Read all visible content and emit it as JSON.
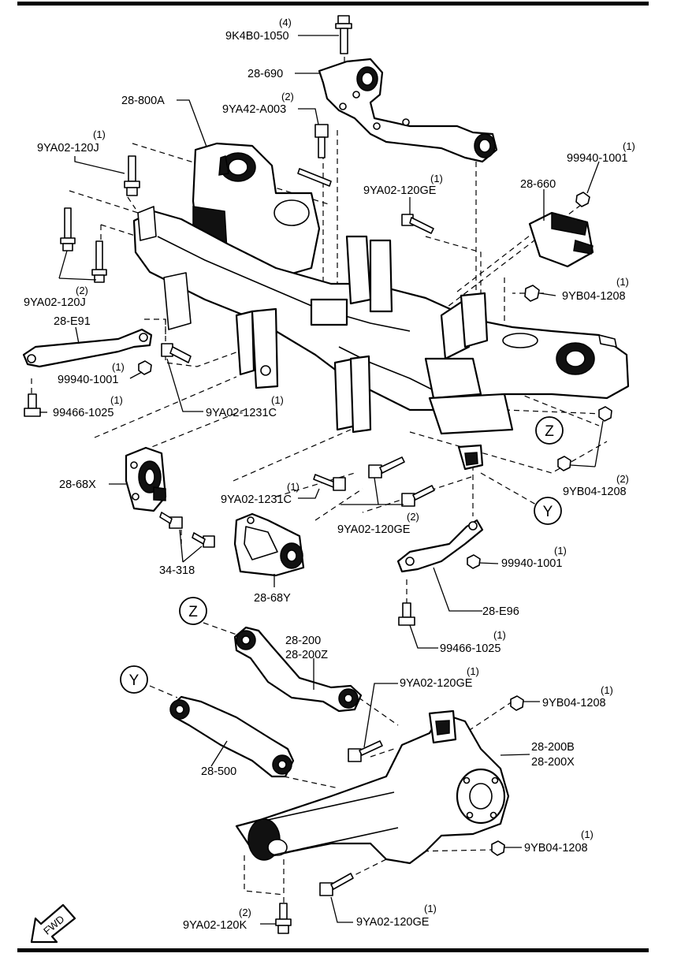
{
  "labels": {
    "l01": "9K4B0-1050",
    "q01": "(4)",
    "l02": "28-690",
    "l03": "28-800A",
    "l04": "9YA42-A003",
    "q04": "(2)",
    "l05": "9YA02-120J",
    "q05": "(1)",
    "l06": "99940-1001",
    "q06": "(1)",
    "l07": "28-660",
    "l08": "9YA02-120GE",
    "q08": "(1)",
    "l09": "9YA02-120J",
    "q09": "(2)",
    "l10": "9YB04-1208",
    "q10": "(1)",
    "l11": "28-E91",
    "l12": "99940-1001",
    "q12": "(1)",
    "l13": "99466-1025",
    "q13": "(1)",
    "l14": "9YA02-1231C",
    "q14": "(1)",
    "l15": "28-68X",
    "l16": "9YA02-1231C",
    "q16": "(1)",
    "l17": "9YA02-120GE",
    "q17": "(2)",
    "l18": "9YB04-1208",
    "q18": "(2)",
    "l19": "34-318",
    "l20": "28-68Y",
    "l21": "99940-1001",
    "q21": "(1)",
    "l22": "28-E96",
    "l23": "99466-1025",
    "q23": "(1)",
    "l24": "28-200",
    "l25": "28-200Z",
    "l26": "9YA02-120GE",
    "q26": "(1)",
    "l27": "9YB04-1208",
    "q27": "(1)",
    "l28": "28-500",
    "l29": "28-200B",
    "l30": "28-200X",
    "l31": "9YB04-1208",
    "q31": "(1)",
    "l32": "9YA02-120K",
    "q32": "(2)",
    "l33": "9YA02-120GE",
    "q33": "(1)"
  },
  "callouts": {
    "z_top": "Z",
    "y_top": "Y",
    "z_bottom": "Z",
    "y_bottom": "Y"
  },
  "fwd": "FWD"
}
